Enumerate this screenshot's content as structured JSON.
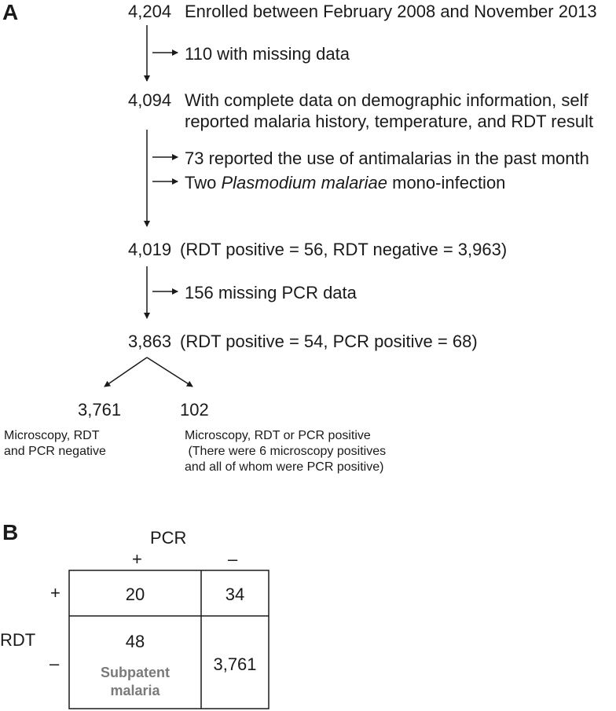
{
  "panel_a": {
    "label": "A",
    "steps": [
      {
        "count": "4,204",
        "text": "Enrolled between February 2008 and November 2013"
      },
      {
        "count": "4,094",
        "text_line1": "With complete data on demographic information, self",
        "text_line2": "reported malaria history, temperature, and RDT result"
      },
      {
        "count": "4,019",
        "text": "(RDT positive = 56, RDT negative = 3,963)"
      },
      {
        "count": "3,863",
        "text": "(RDT positive = 54, PCR positive = 68)"
      }
    ],
    "exclusions": {
      "missing_data": "110 with missing data",
      "antimalarials": "73 reported the use of antimalarias in the past month",
      "mono_prefix": "Two ",
      "mono_italic": "Plasmodium malariae",
      "mono_suffix": " mono-infection",
      "missing_pcr": "156 missing PCR data"
    },
    "branches": {
      "left_count": "3,761",
      "left_line1": "Microscopy, RDT",
      "left_line2": "and PCR negative",
      "right_count": "102",
      "right_line1": "Microscopy, RDT or PCR positive",
      "right_line2": " (There were 6 microscopy positives",
      "right_line3": "and all of whom were PCR positive)"
    }
  },
  "panel_b": {
    "label": "B",
    "col_header": "PCR",
    "col_plus": "+",
    "col_minus": "–",
    "row_header": "RDT",
    "row_plus": "+",
    "row_minus": "–",
    "cells": {
      "pp": "20",
      "pm": "34",
      "mp": "48",
      "mm": "3,761"
    },
    "subpatent_line1": "Subpatent",
    "subpatent_line2": "malaria"
  }
}
